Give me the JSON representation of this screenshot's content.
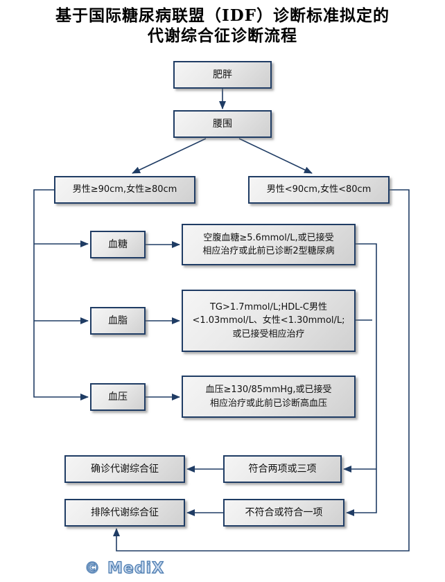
{
  "title": {
    "lines": [
      "基于国际糖尿病联盟（IDF）诊断标准拟定的",
      "代谢综合征诊断流程"
    ]
  },
  "nodes": {
    "obesity": "肥胖",
    "waist": "腰围",
    "waist_high": "男性≥90cm,女性≥80cm",
    "waist_low": "男性<90cm,女性<80cm",
    "glucose": "血糖",
    "glucose_criteria": [
      "空腹血糖≥5.6mmol/L,或已接受",
      "相应治疗或此前已诊断2型糖尿病"
    ],
    "lipid": "血脂",
    "lipid_criteria": [
      "TG>1.7mmol/L;HDL-C男性",
      "<1.03mmol/L、女性<1.30mmol/L;",
      "或已接受相应治疗"
    ],
    "bp": "血压",
    "bp_criteria": [
      "血压≥130/85mmHg,或已接受",
      "相应治疗或此前已诊断高血压"
    ],
    "confirm": "确诊代谢综合征",
    "two_or_three": "符合两项或三项",
    "exclude": "排除代谢综合征",
    "none_or_one": "不符合或符合一项"
  },
  "watermark": {
    "copyright": "©",
    "brand": "MediX"
  },
  "colors": {
    "line": "#1f3c64",
    "box_border": "#1f3c64",
    "box_fill_light": "#f5f5f5",
    "box_fill_dark": "#d0d0d0",
    "watermark_fill": "#c6d8ee",
    "watermark_stroke": "#4677ad"
  }
}
